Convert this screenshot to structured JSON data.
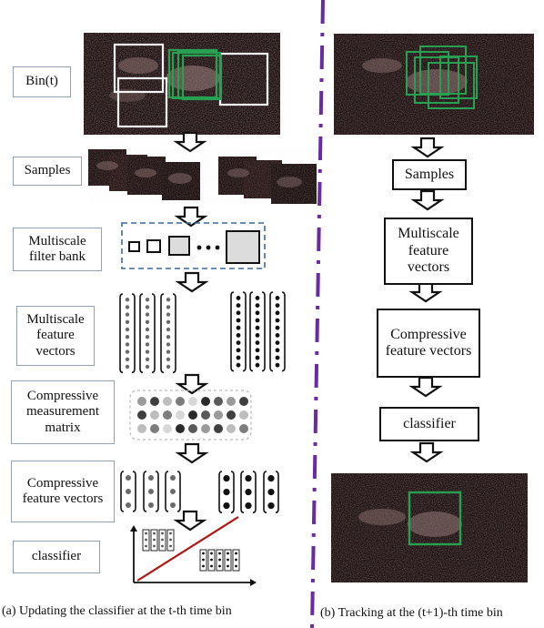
{
  "left_column": {
    "labels": {
      "bin": "Bin(t)",
      "samples": "Samples",
      "filter_bank": "Multiscale filter bank",
      "feature_vectors": "Multiscale feature vectors",
      "measurement_matrix": "Compressive measurement matrix",
      "compressive_vectors": "Compressive feature vectors",
      "classifier": "classifier"
    }
  },
  "right_column": {
    "labels": {
      "samples": "Samples",
      "feature_vectors": "Multiscale feature vectors",
      "compressive_vectors": "Compressive feature vectors",
      "classifier": "classifier"
    }
  },
  "captions": {
    "left": "(a) Updating the classifier at the t-th time bin",
    "right": "(b) Tracking at the (t+1)-th time bin"
  },
  "colors": {
    "image_bg": "#221414",
    "image_texture": "#c9b2b2",
    "track_box": "#27a052",
    "sample_box": "#f5f5f5",
    "divider": "#6a2aa0",
    "dashed_border": "#3a6a9a",
    "classifier_line": "#b01818",
    "matrix_shades": [
      "#9a9a9a",
      "#5a5a5a",
      "#2a2a2a",
      "#d8d8d8",
      "#7c7c7c",
      "#bdbdbd",
      "#3f3f3f"
    ]
  },
  "icons": [
    "down-arrow-icon",
    "dashed-divider"
  ]
}
